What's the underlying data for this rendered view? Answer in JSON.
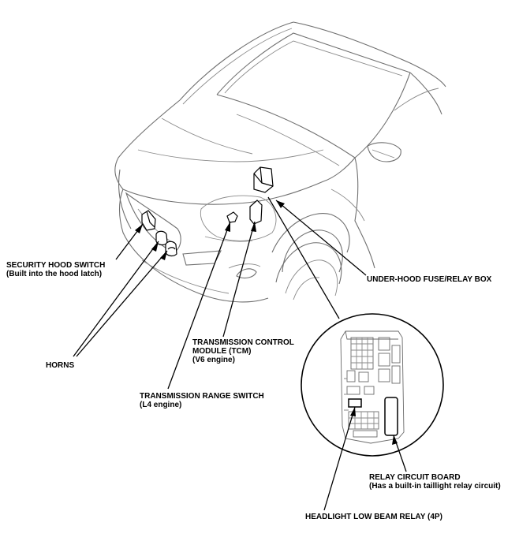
{
  "callouts": {
    "security_hood_switch": {
      "line1": "SECURITY HOOD SWITCH",
      "line2": "(Built into the hood latch)"
    },
    "horns": {
      "line1": "HORNS"
    },
    "tcm": {
      "line1": "TRANSMISSION CONTROL",
      "line2": "MODULE (TCM)",
      "line3": "(V6 engine)"
    },
    "range_switch": {
      "line1": "TRANSMISSION RANGE SWITCH",
      "line2": "(L4 engine)"
    },
    "fuse_box": {
      "line1": "UNDER-HOOD FUSE/RELAY BOX"
    },
    "relay_board": {
      "line1": "RELAY CIRCUIT BOARD",
      "line2": "(Has a built-in taillight relay circuit)"
    },
    "headlight_relay": {
      "line1": "HEADLIGHT LOW BEAM RELAY (4P)"
    }
  },
  "colors": {
    "line": "#000000",
    "car_outline": "#707070",
    "background": "#ffffff"
  }
}
